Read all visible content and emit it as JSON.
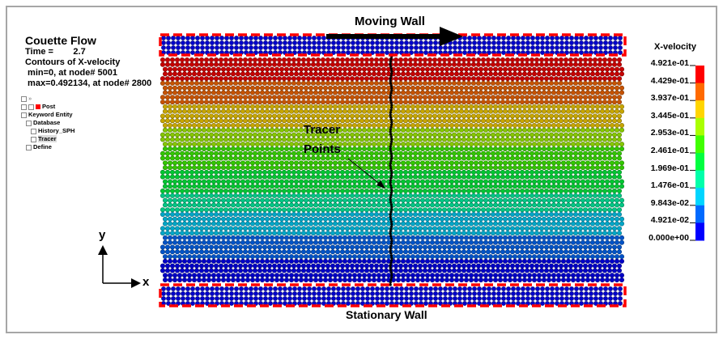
{
  "info": {
    "title": "Couette Flow",
    "time_label": "Time =        2.7",
    "contours": "Contours of X-velocity",
    "min": " min=0, at node# 5001",
    "max": " max=0.492134, at node# 2800"
  },
  "tree": {
    "toggle": "»",
    "items": [
      "Post",
      "Keyword Entity",
      "Database",
      "History_SPH",
      "Tracer",
      "Define"
    ],
    "selected": "Tracer"
  },
  "annotations": {
    "moving_wall": "Moving Wall",
    "stationary_wall": "Stationary Wall",
    "tracer_line1": "Tracer",
    "tracer_line2": "Points",
    "axis_x": "x",
    "axis_y": "y"
  },
  "legend": {
    "title": "X-velocity",
    "labels": [
      "4.921e-01",
      "4.429e-01",
      "3.937e-01",
      "3.445e-01",
      "2.953e-01",
      "2.461e-01",
      "1.969e-01",
      "1.476e-01",
      "9.843e-02",
      "4.921e-02",
      "0.000e+00"
    ],
    "colors": [
      "#ff0000",
      "#ff6a00",
      "#ffd500",
      "#aaff00",
      "#40ff00",
      "#00ff40",
      "#00ffaa",
      "#00d5ff",
      "#006aff",
      "#0000ff"
    ]
  },
  "colors": {
    "wall_box": "#ff0000",
    "wall_particles": "#0000cc",
    "frame": "#a6a6a6"
  }
}
